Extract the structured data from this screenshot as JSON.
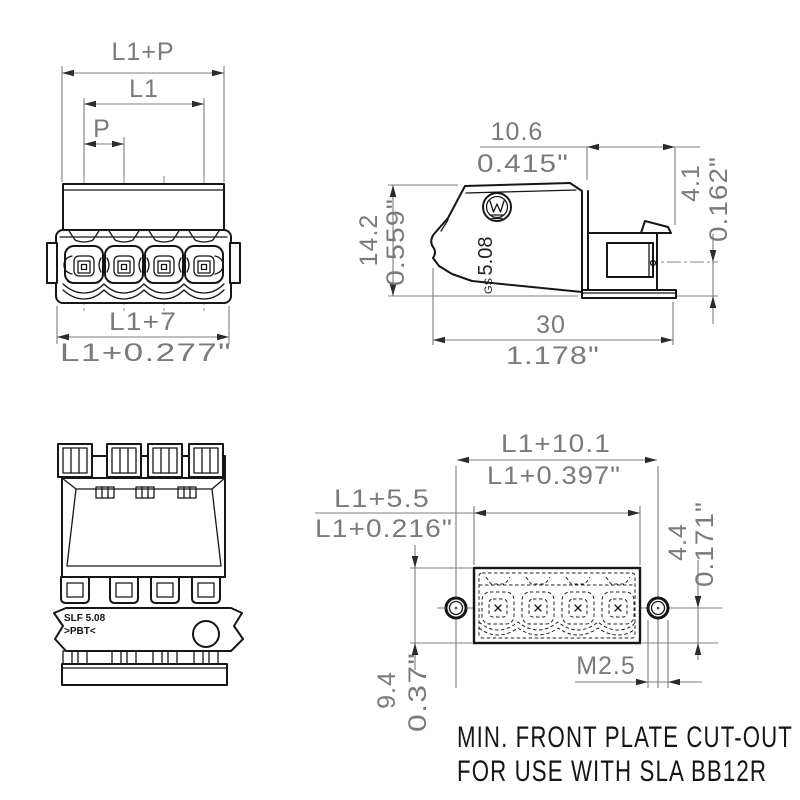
{
  "colors": {
    "object_line": "#161616",
    "dimension_line": "#7a7a7a",
    "background": "#ffffff"
  },
  "views": {
    "front": {
      "dims": {
        "pitch_total": "L1+P",
        "length": "L1",
        "pitch": "P",
        "width_mm": "L1+7",
        "width_in": "L1+0.277\""
      }
    },
    "side": {
      "dims": {
        "front_depth_mm": "10.6",
        "front_depth_in": "0.415\"",
        "height_mm": "14.2",
        "height_in": "0.559\"",
        "pin_offset_mm": "4.1",
        "pin_offset_in": "0.162\"",
        "depth_mm": "30",
        "depth_in": "1.178\""
      },
      "markings": {
        "pitch": "5.08",
        "approval": "GS"
      }
    },
    "perspective": {
      "markings": {
        "series": "SLF 5.08",
        "material": ">PBT<"
      }
    },
    "cutout": {
      "dims": {
        "hole_span_mm": "L1+10.1",
        "hole_span_in": "L1+0.397\"",
        "window_mm": "L1+5.5",
        "window_in": "L1+0.216\"",
        "edge_mm": "4.4",
        "edge_in": "0.171\"",
        "height_mm": "9.4",
        "height_in": "0.37\"",
        "screw_thread": "M2.5"
      }
    }
  },
  "caption": {
    "line1": "MIN. FRONT PLATE CUT-OUT",
    "line2": "FOR USE WITH SLA BB12R"
  }
}
